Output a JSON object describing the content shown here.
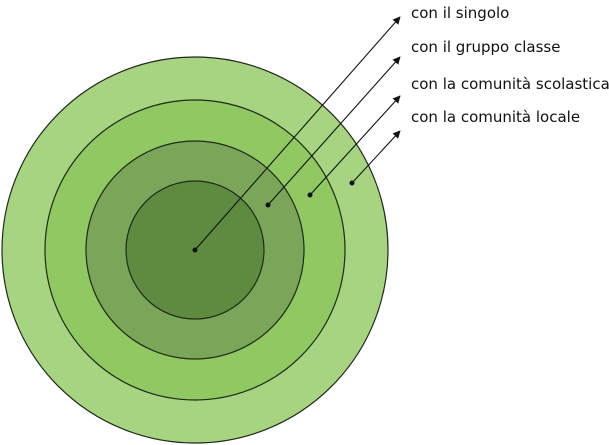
{
  "diagram": {
    "labels": [
      {
        "id": "singolo",
        "text": "con il singolo"
      },
      {
        "id": "gruppo",
        "text": "con il gruppo classe"
      },
      {
        "id": "scolastica",
        "text": "con la comunità scolastica"
      },
      {
        "id": "locale",
        "text": "con la comunità locale"
      }
    ]
  }
}
